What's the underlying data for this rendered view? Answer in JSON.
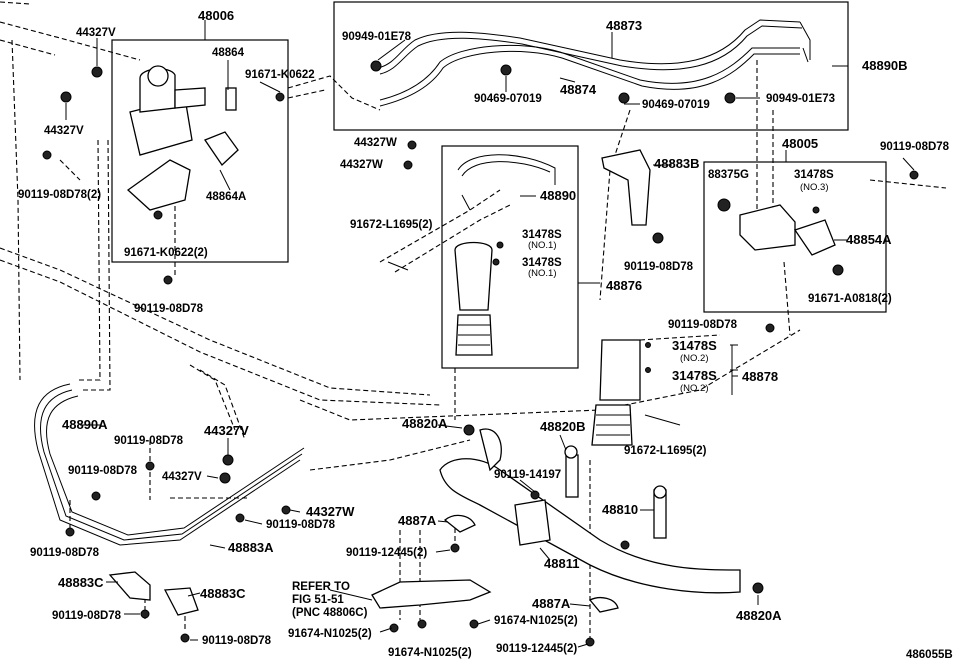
{
  "labels": {
    "p48006": "48006",
    "p44327V_a": "44327V",
    "p44327V_b": "44327V",
    "p48864": "48864",
    "p91671K0622": "91671-K0622",
    "p48864A": "48864A",
    "p90119_08D78_2a": "90119-08D78(2)",
    "p91671K0622_2": "91671-K0622(2)",
    "p90119_08D78_a": "90119-08D78",
    "p90949_01E78": "90949-01E78",
    "p48873": "48873",
    "p48890B": "48890B",
    "p90469_07019_a": "90469-07019",
    "p48874": "48874",
    "p90469_07019_b": "90469-07019",
    "p90949_01E73": "90949-01E73",
    "p44327W_a": "44327W",
    "p44327W_b": "44327W",
    "p48890": "48890",
    "p91672_L1695_2a": "91672-L1695(2)",
    "p31478S_a": "31478S",
    "p31478S_a_sub": "(NO.1)",
    "p31478S_b": "31478S",
    "p31478S_b_sub": "(NO.1)",
    "p48876": "48876",
    "p48883B": "48883B",
    "p90119_08D78_b": "90119-08D78",
    "p48005": "48005",
    "p88375G": "88375G",
    "p31478S_c": "31478S",
    "p31478S_c_sub": "(NO.3)",
    "p90119_08D78_c": "90119-08D78",
    "p48854A": "48854A",
    "p91671A0818_2": "91671-A0818(2)",
    "p90119_08D78_d": "90119-08D78",
    "p31478S_d": "31478S",
    "p31478S_d_sub": "(NO.2)",
    "p31478S_e": "31478S",
    "p31478S_e_sub": "(NO.2)",
    "p48878": "48878",
    "p91672_L1695_2b": "91672-L1695(2)",
    "p48890A": "48890A",
    "p90119_08D78_e": "90119-08D78",
    "p44327V_c": "44327V",
    "p90119_08D78_f": "90119-08D78",
    "p44327V_d": "44327V",
    "p44327W_c": "44327W",
    "p90119_08D78_g": "90119-08D78",
    "p48883A": "48883A",
    "p90119_08D78_h": "90119-08D78",
    "p48820A_a": "48820A",
    "p48820B": "48820B",
    "p90119_14197": "90119-14197",
    "p4887A_a": "4887A",
    "p90119_12445_2a": "90119-12445(2)",
    "p48811": "48811",
    "p48810": "48810",
    "p48883C_a": "48883C",
    "p48883C_b": "48883C",
    "p90119_08D78_i": "90119-08D78",
    "p90119_08D78_j": "90119-08D78",
    "refer1": "REFER TO",
    "refer2": "FIG 51-51",
    "refer3": "(PNC 48806C)",
    "p91674_N1025_2a": "91674-N1025(2)",
    "p91674_N1025_2b": "91674-N1025(2)",
    "p91674_N1025_2c": "91674-N1025(2)",
    "p4887A_b": "4887A",
    "p90119_12445_2b": "90119-12445(2)",
    "p48820A_b": "48820A",
    "diagram_id": "486055B"
  }
}
